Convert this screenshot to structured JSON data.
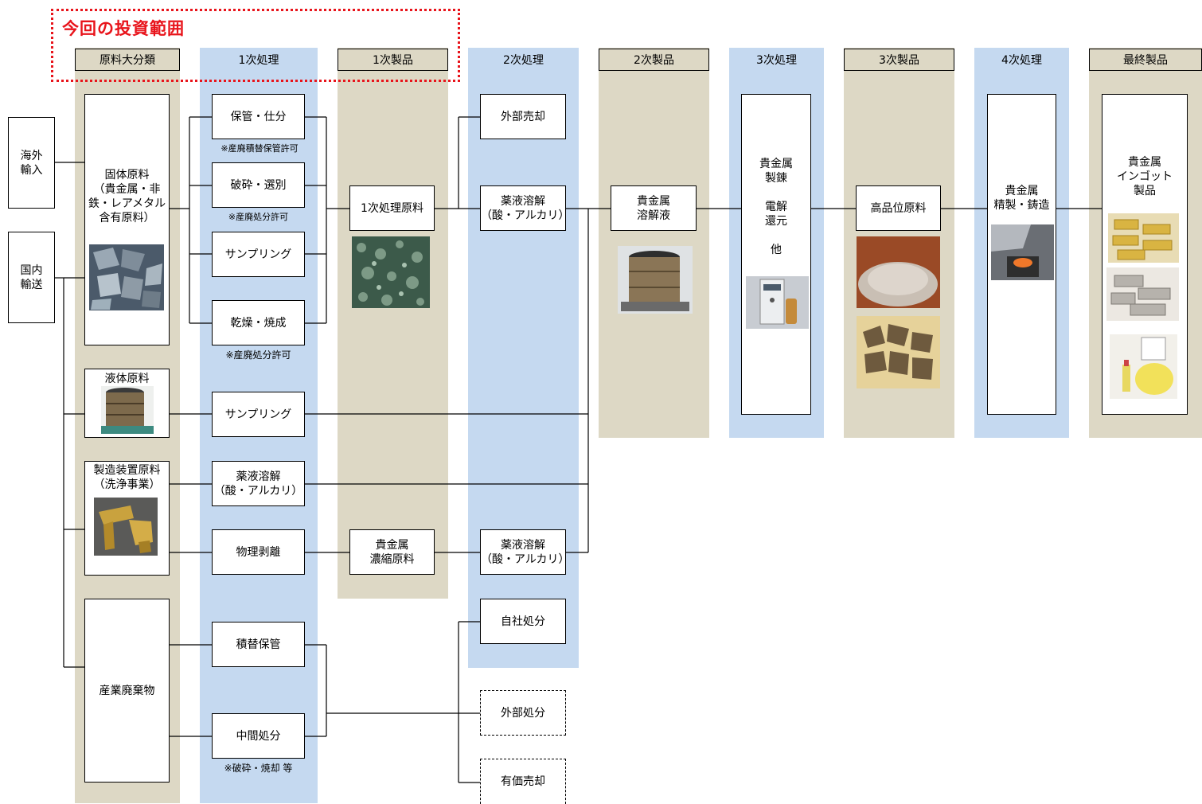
{
  "investment_scope": {
    "label": "今回の投資範囲"
  },
  "headers": {
    "raw": "原料大分類",
    "p1": "1次処理",
    "prod1": "1次製品",
    "p2": "2次処理",
    "prod2": "2次製品",
    "p3": "3次処理",
    "prod3": "3次製品",
    "p4": "4次処理",
    "final": "最終製品"
  },
  "sources": {
    "overseas": "海外\n輸入",
    "domestic": "国内\n輸送"
  },
  "raw": {
    "solid": "固体原料\n（貴金属・非\n鉄・レアメタル\n含有原料）",
    "liquid": "液体原料",
    "equipment": "製造装置原料\n（洗浄事業）",
    "waste": "産業廃棄物"
  },
  "p1": {
    "storage": "保管・仕分",
    "storage_note": "※産廃積替保管許可",
    "crush": "破砕・選別",
    "crush_note": "※産廃処分許可",
    "sampling": "サンプリング",
    "dry": "乾燥・焼成",
    "dry_note": "※産廃処分許可",
    "liquid_sampling": "サンプリング",
    "chem": "薬液溶解\n（酸・アルカリ）",
    "physical": "物理剥離",
    "transfer": "積替保管",
    "intermediate": "中間処分",
    "intermediate_note": "※破砕・焼却 等"
  },
  "prod1": {
    "material": "1次処理原料",
    "concentrate": "貴金属\n濃縮原料"
  },
  "p2": {
    "sale": "外部売却",
    "chem": "薬液溶解\n（酸・アルカリ）",
    "chem2": "薬液溶解\n（酸・アルカリ）",
    "own_disposal": "自社処分",
    "ext_disposal": "外部処分",
    "valuable_sale": "有価売却"
  },
  "prod2": {
    "solution": "貴金属\n溶解液"
  },
  "p3": {
    "process": "貴金属\n製錬\n\n電解\n還元\n\n他"
  },
  "prod3": {
    "material": "高品位原料"
  },
  "p4": {
    "process": "貴金属\n精製・鋳造"
  },
  "final": {
    "product": "貴金属\nインゴット\n製品"
  },
  "colors": {
    "tan": "#ddd8c5",
    "blue": "#c5d9f0",
    "accent": "#e8141b"
  }
}
